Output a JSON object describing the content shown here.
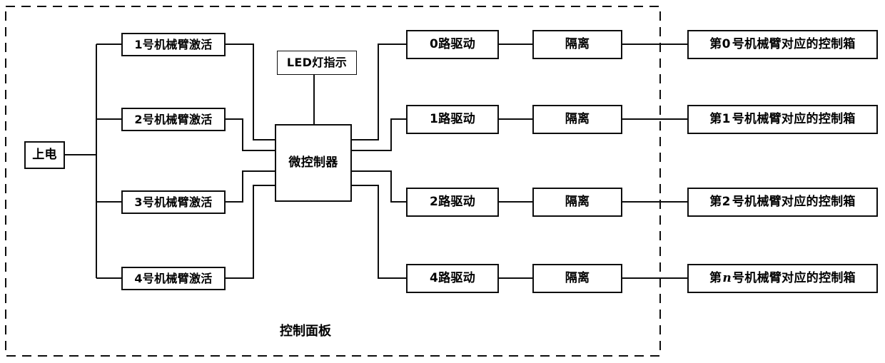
{
  "diagram": {
    "type": "block-diagram",
    "caption": "控制面板",
    "panel_boundary": "dashed",
    "power": {
      "label": "上电"
    },
    "indicator": {
      "label": "LED灯指示"
    },
    "controller": {
      "label": "微控制器"
    },
    "activation_inputs": [
      {
        "label": "1号机械臂激活"
      },
      {
        "label": "2号机械臂激活"
      },
      {
        "label": "3号机械臂激活"
      },
      {
        "label": "4号机械臂激活"
      }
    ],
    "drivers": [
      {
        "label": "0路驱动"
      },
      {
        "label": "1路驱动"
      },
      {
        "label": "2路驱动"
      },
      {
        "label": "4路驱动"
      }
    ],
    "isolators": [
      {
        "label": "隔离"
      },
      {
        "label": "隔离"
      },
      {
        "label": "隔离"
      },
      {
        "label": "隔离"
      }
    ],
    "control_boxes": [
      {
        "prefix": "第0",
        "suffix": "号机械臂对应的控制箱",
        "italic": ""
      },
      {
        "prefix": "第1",
        "suffix": "号机械臂对应的控制箱",
        "italic": ""
      },
      {
        "prefix": "第2",
        "suffix": "号机械臂对应的控制箱",
        "italic": ""
      },
      {
        "prefix": "第",
        "suffix": "号机械臂对应的控制箱",
        "italic": "n"
      }
    ],
    "colors": {
      "line": "#0d0d0d",
      "text": "#000000",
      "background": "#ffffff"
    }
  }
}
